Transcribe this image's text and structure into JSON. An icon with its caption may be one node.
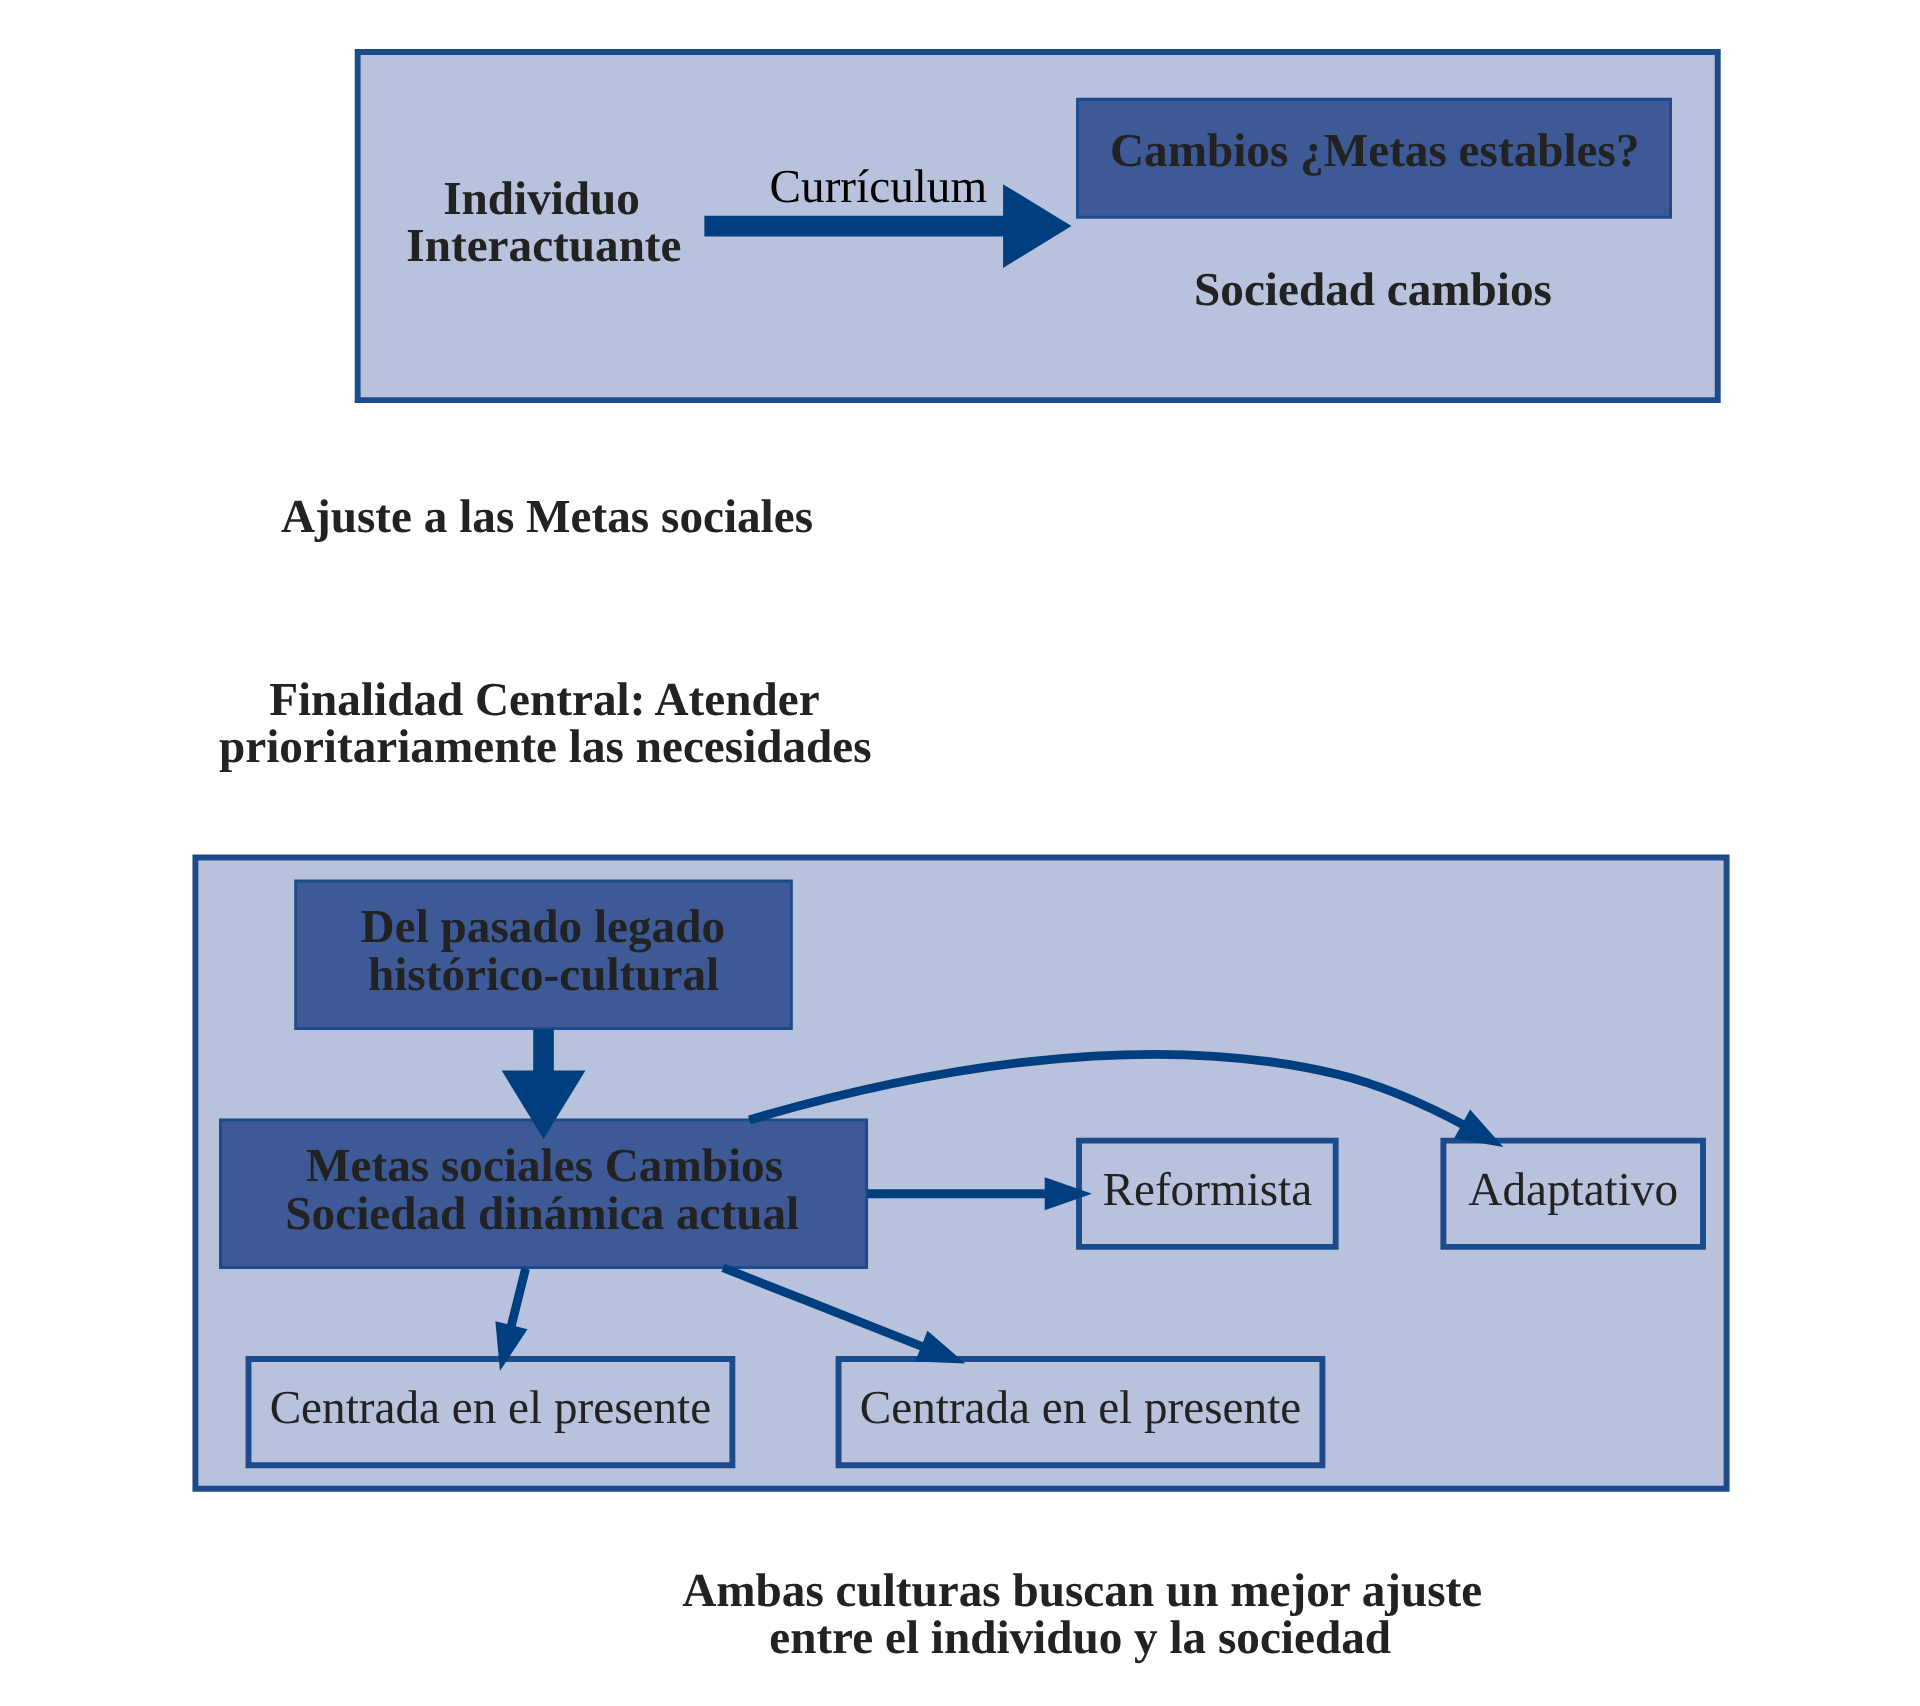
{
  "diagram": {
    "nodes": [
      {
        "text": [],
        "shape": "box"
      },
      {
        "text": [
          "Individuo Interactuante"
        ],
        "in": 0
      },
      {
        "text": [
          "Cambios ¿Metas estables?"
        ],
        "in": 0,
        "beside": [
          "Sociedad cambios"
        ]
      },
      {
        "text": [],
        "shape": "box"
      },
      {
        "text": [
          "Del pasado legado histórico-cultural"
        ],
        "in": 3
      },
      {
        "text": [
          "Adaptativo"
        ],
        "in": 3
      },
      {
        "text": [
          "Reformista"
        ],
        "in": 3
      },
      {
        "text": [
          "Metas sociales Cambios Sociedad dinámica actual"
        ],
        "in": 3
      },
      {
        "text": [
          "Centrada en el presente"
        ],
        "in": 3
      },
      {
        "text": [
          "Centrada en el presente"
        ],
        "in": 3
      }
    ],
    "edges": [
      {
        "from": 1,
        "to": 2,
        "arrow": "to",
        "label": "Currículum",
        "style": "thick"
      },
      {
        "from": 4,
        "to": 7,
        "arrow": "to",
        "style": "thick"
      },
      {
        "from": 7,
        "to": 5,
        "arrow": "to"
      },
      {
        "from": 7,
        "to": 6,
        "arrow": "to"
      },
      {
        "from": 7,
        "to": 8,
        "arrow": "to"
      },
      {
        "from": 7,
        "to": 9,
        "arrow": "to"
      }
    ],
    "labels": [
      "Ajuste a las Metas sociales",
      "Finalidad Central: Atender prioritariamente las necesidades",
      "Ambas culturas buscan un mejor ajuste entre el individuo y la sociedad"
    ]
  }
}
